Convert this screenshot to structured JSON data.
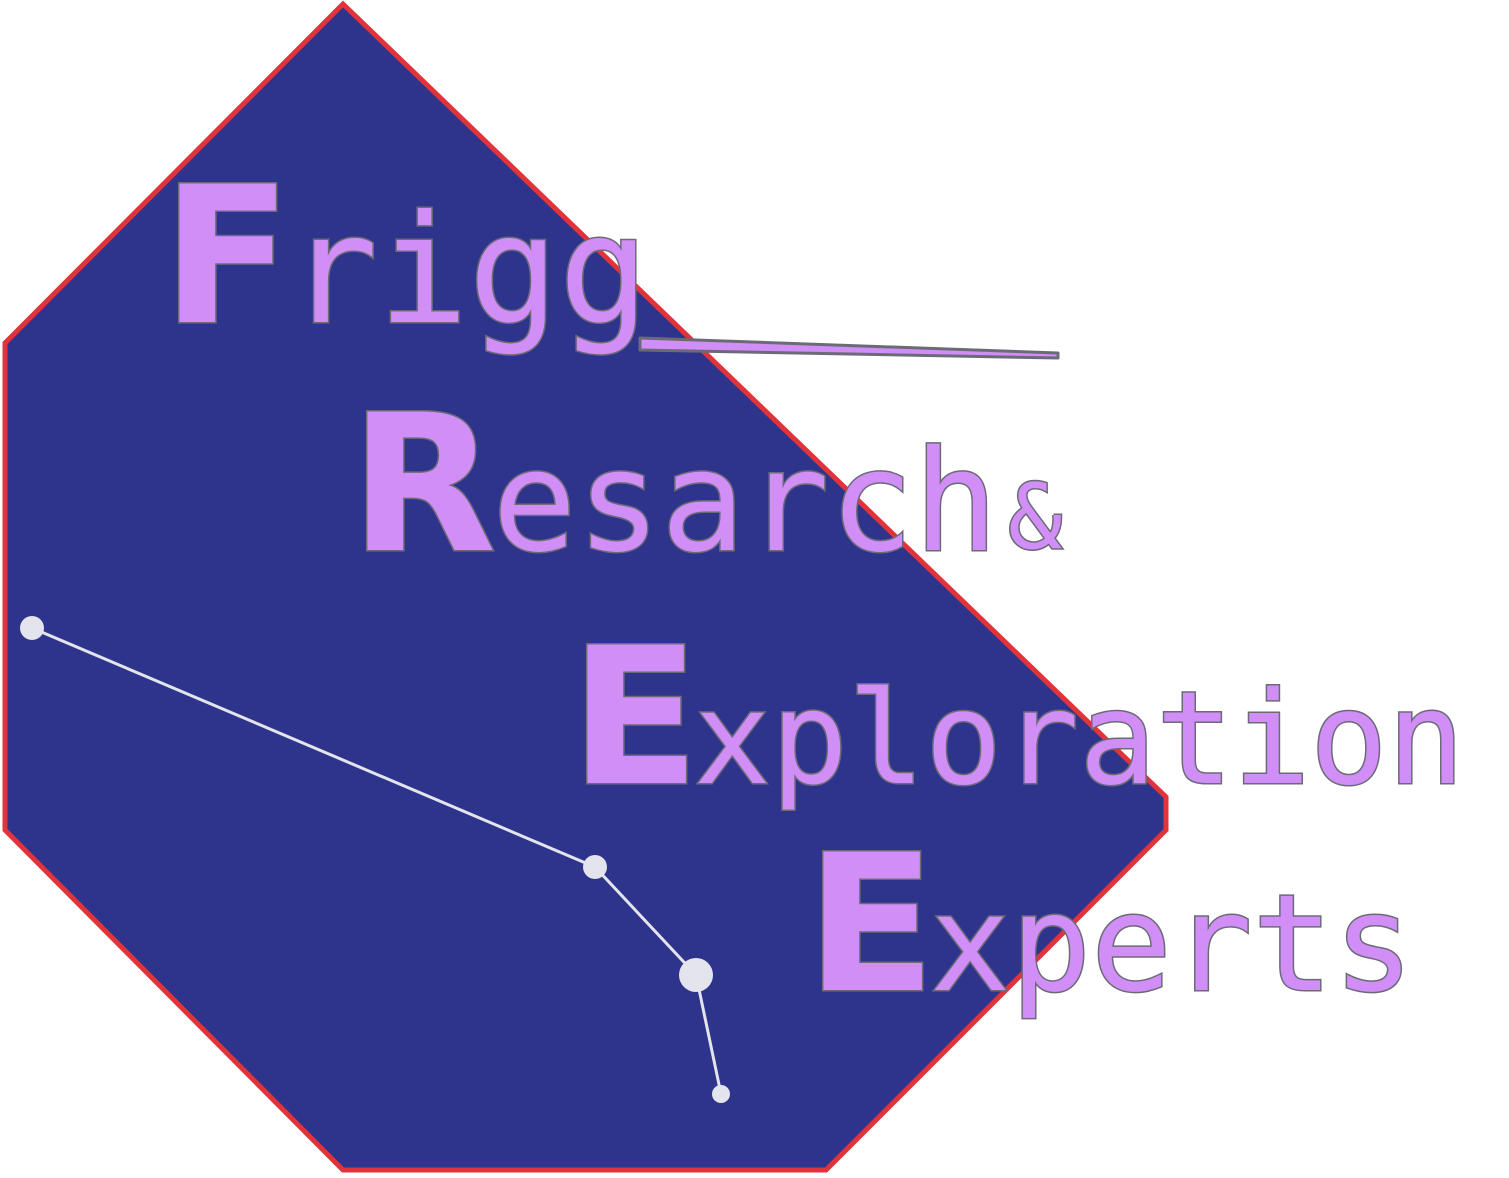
{
  "logo": {
    "line1_initial": "F",
    "line1_rest": "rigg",
    "line2_initial": "R",
    "line2_rest": "esarch",
    "line2_ampersand": "&",
    "line3_initial": "E",
    "line3_rest": "xploration",
    "line4_initial": "E",
    "line4_rest": "xperts"
  },
  "colors": {
    "octagon_fill": "#2e348b",
    "octagon_border": "#e0343a",
    "letter_fill": "#d08ef6",
    "letter_outline": "#6b6b78",
    "constellation": "#e3e4ec"
  }
}
